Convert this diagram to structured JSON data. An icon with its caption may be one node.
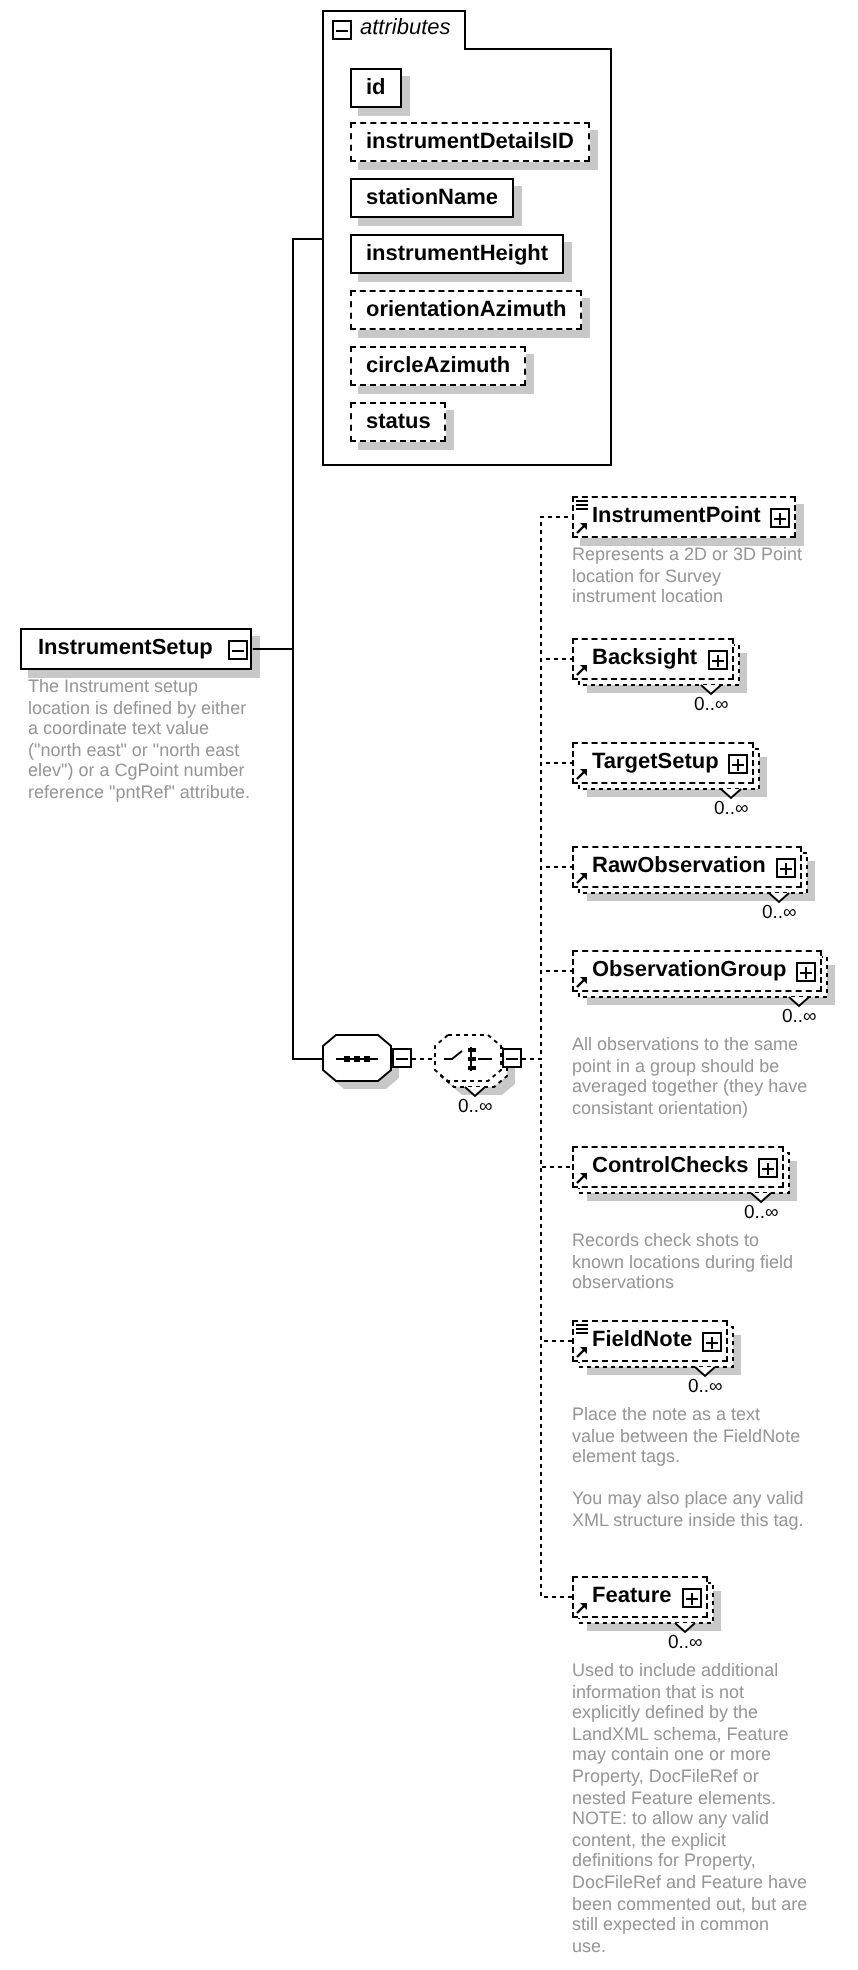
{
  "diagram": {
    "nodes": [
      {
        "text": [
          "InstrumentSetup"
        ],
        "beside": [
          "The Instrument setup location is defined by either a coordinate text value (\"north east\" or \"north east elev\") or a CgPoint number reference \"pntRef\" attribute."
        ]
      },
      {
        "text": [
          "attributes"
        ]
      },
      {
        "text": [
          "id"
        ],
        "in": 1
      },
      {
        "text": [
          "instrumentDetailsID"
        ],
        "in": 1
      },
      {
        "text": [
          "stationName"
        ],
        "in": 1
      },
      {
        "text": [
          "instrumentHeight"
        ],
        "in": 1
      },
      {
        "text": [
          "orientationAzimuth"
        ],
        "in": 1
      },
      {
        "text": [
          "circleAzimuth"
        ],
        "in": 1
      },
      {
        "text": [
          "status"
        ],
        "in": 1
      },
      {
        "text": [],
        "shape": "octagon"
      },
      {
        "text": [],
        "shape": "octagon",
        "beside": [
          "0..∞"
        ]
      },
      {
        "text": [
          "InstrumentPoint"
        ],
        "beside": [
          "Represents a 2D or 3D Point location for Survey instrument location"
        ]
      },
      {
        "text": [
          "Backsight"
        ],
        "beside": [
          "0..∞"
        ]
      },
      {
        "text": [
          "TargetSetup"
        ],
        "beside": [
          "0..∞"
        ]
      },
      {
        "text": [
          "RawObservation"
        ],
        "beside": [
          "0..∞"
        ]
      },
      {
        "text": [
          "ObservationGroup"
        ],
        "beside": [
          "0..∞",
          "All observations to the same point in a group should be averaged together (they have consistant orientation)"
        ]
      },
      {
        "text": [
          "ControlChecks"
        ],
        "beside": [
          "0..∞",
          "Records check shots to known locations during field observations"
        ]
      },
      {
        "text": [
          "FieldNote"
        ],
        "beside": [
          "0..∞",
          "Place the note as a text value between the FieldNote element tags.",
          "You may also place any valid XML structure inside this tag."
        ]
      },
      {
        "text": [
          "Feature"
        ],
        "beside": [
          "0..∞",
          "Used to include additional information that is not explicitly defined by the LandXML schema, Feature may contain one or more Property, DocFileRef or nested Feature elements. NOTE: to allow any valid content, the explicit definitions for Property, DocFileRef and Feature have been commented out, but are still expected in common use."
        ]
      }
    ],
    "edges": [
      {
        "from": 0,
        "to": 1,
        "arrow": "none"
      },
      {
        "from": 0,
        "to": 9,
        "arrow": "none"
      },
      {
        "from": 9,
        "to": 10,
        "arrow": "none",
        "style": "dashed"
      },
      {
        "from": 10,
        "to": 11,
        "arrow": "none",
        "style": "dashed"
      },
      {
        "from": 10,
        "to": 12,
        "arrow": "none",
        "style": "dashed"
      },
      {
        "from": 10,
        "to": 13,
        "arrow": "none",
        "style": "dashed"
      },
      {
        "from": 10,
        "to": 14,
        "arrow": "none",
        "style": "dashed"
      },
      {
        "from": 10,
        "to": 15,
        "arrow": "none",
        "style": "dashed"
      },
      {
        "from": 10,
        "to": 16,
        "arrow": "none",
        "style": "dashed"
      },
      {
        "from": 10,
        "to": 17,
        "arrow": "none",
        "style": "dashed"
      },
      {
        "from": 10,
        "to": 18,
        "arrow": "none",
        "style": "dashed"
      }
    ]
  }
}
